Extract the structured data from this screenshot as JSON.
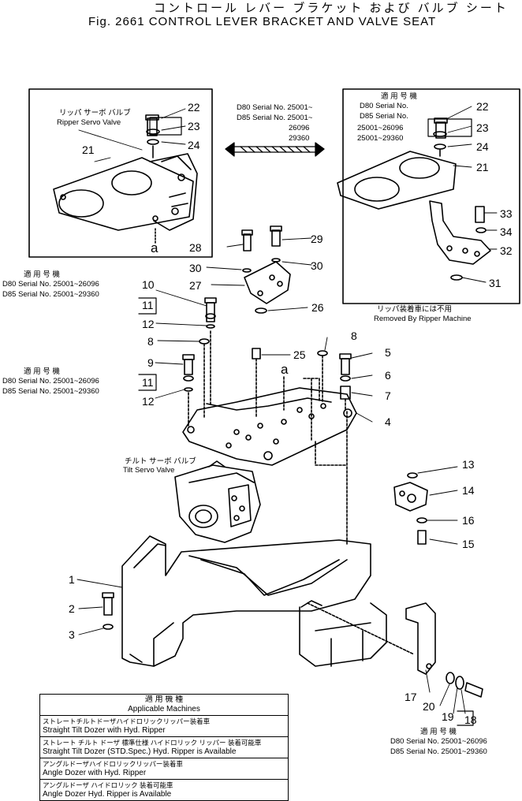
{
  "header": {
    "title_jp": "コントロール レバー ブラケット および バルブ シート",
    "title_en": "Fig. 2661 CONTROL LEVER BRACKET AND VALVE SEAT"
  },
  "left_box": {
    "label_jp": "リッパ サーボ バルブ",
    "label_en": "Ripper Servo Valve",
    "callout_a": "a"
  },
  "right_box": {
    "header_jp": "適 用 号 機",
    "serial_label_1": "D80 Serial No.",
    "serial_label_2": "D85 Serial No.",
    "serial_range_1": "25001~26096",
    "serial_range_2": "25001~29360",
    "footer_jp": "リッパ装着車には不用",
    "footer_en": "Removed By Ripper Machine"
  },
  "middle_serials": {
    "line1": "D80 Serial No. 25001~",
    "line2": "D85 Serial No. 25001~",
    "line3": "26096",
    "line4": "29360"
  },
  "side_note_1": {
    "header_jp": "適 用 号 機",
    "line1": "D80 Serial No. 25001~26096",
    "line2": "D85 Serial No. 25001~29360"
  },
  "side_note_2": {
    "header_jp": "適 用 号 機",
    "line1": "D80 Serial No. 25001~26096",
    "line2": "D85 Serial No. 25001~29360"
  },
  "bottom_note": {
    "header_jp": "適 用 号 機",
    "line1": "D80 Serial No. 25001~26096",
    "line2": "D85 Serial No. 25001~29360"
  },
  "tilt_valve": {
    "label_jp": "チルト サーボ バルブ",
    "label_en": "Tilt Servo Valve"
  },
  "callout_a_center": "a",
  "applicable_table": {
    "header_jp": "適 用 機 種",
    "header_en": "Applicable Machines",
    "rows": [
      {
        "jp": "ストレートチルトドーザハイドロリックリッパー装着車",
        "en": "Straight Tilt Dozer with Hyd. Ripper"
      },
      {
        "jp": "ストレート チルト ドーザ 標準仕様 ハイドロリック リッパー 装着可能車",
        "en": "Straight Tilt Dozer (STD.Spec.) Hyd. Ripper is Available"
      },
      {
        "jp": "アングルドーザハイドロリックリッパー装着車",
        "en": "Angle Dozer with Hyd. Ripper"
      },
      {
        "jp": "アングルドーザ ハイドロリック 装着可能車",
        "en": "Angle Dozer Hyd. Ripper is Available"
      }
    ]
  },
  "callouts": [
    "1",
    "2",
    "3",
    "4",
    "5",
    "6",
    "7",
    "8",
    "8",
    "9",
    "10",
    "11",
    "11",
    "12",
    "12",
    "13",
    "14",
    "15",
    "16",
    "17",
    "18",
    "19",
    "20",
    "21",
    "21",
    "22",
    "22",
    "23",
    "23",
    "24",
    "24",
    "25",
    "26",
    "27",
    "28",
    "29",
    "30",
    "30",
    "31",
    "32",
    "33",
    "34"
  ]
}
